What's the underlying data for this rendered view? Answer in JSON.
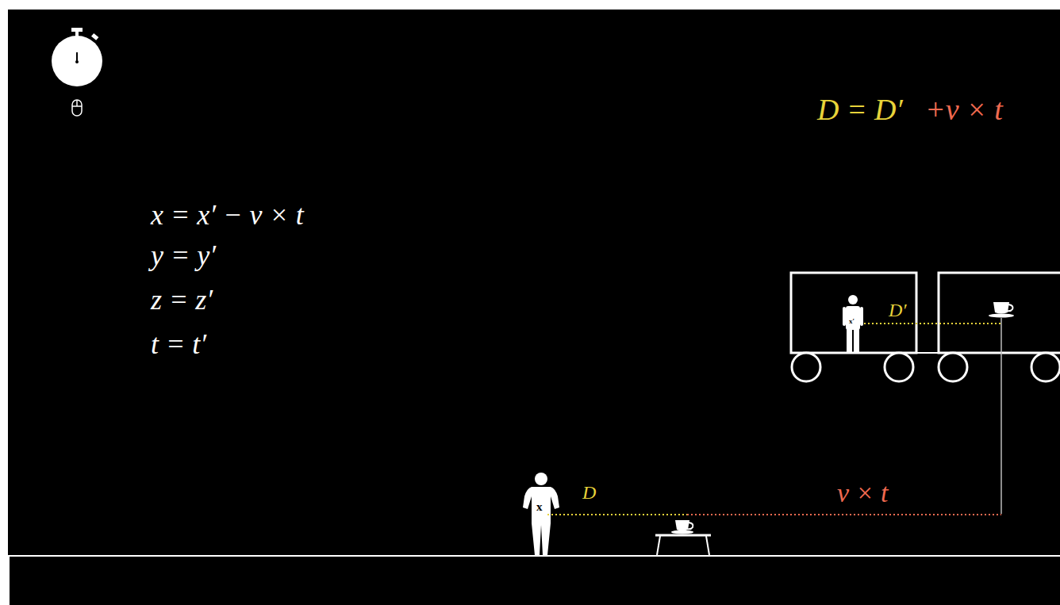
{
  "diagram": {
    "labels": [
      "x = x′ − v × t",
      "y = y′",
      "z = z′",
      "t = t′",
      "D = D′",
      "+v × t",
      "x′",
      "D′",
      "x",
      "D",
      "v × t"
    ]
  }
}
